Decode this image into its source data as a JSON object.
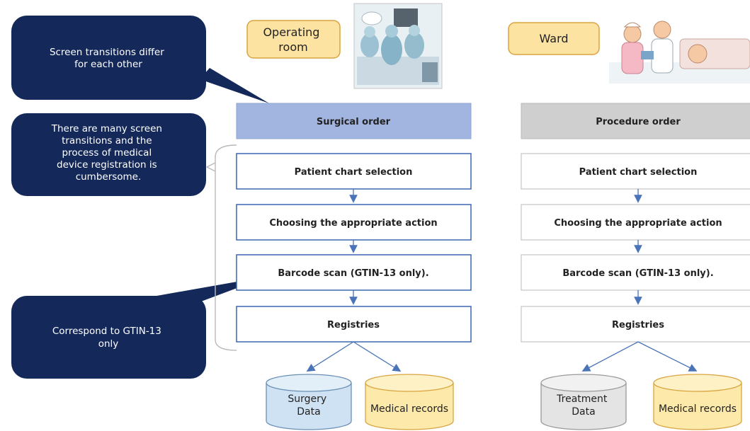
{
  "callouts": [
    {
      "lines": [
        "Screen transitions differ",
        "for each other"
      ]
    },
    {
      "lines": [
        "There are many screen",
        "transitions and the",
        "process of medical",
        "device registration is",
        "cumbersome."
      ]
    },
    {
      "lines": [
        "Correspond to GTIN-13",
        "only"
      ]
    }
  ],
  "left_flow": {
    "location": [
      "Operating",
      "room"
    ],
    "header": "Surgical order",
    "steps": [
      "Patient chart selection",
      "Choosing the appropriate action",
      "Barcode scan (GTIN-13 only).",
      "Registries"
    ],
    "databases": [
      {
        "lines": [
          "Surgery",
          "Data"
        ],
        "color": "#cfe2f3"
      },
      {
        "lines": [
          "Medical records"
        ],
        "color": "#fde9a9"
      }
    ]
  },
  "right_flow": {
    "location": [
      "Ward"
    ],
    "header": "Procedure order",
    "steps": [
      "Patient chart selection",
      "Choosing the appropriate action",
      "Barcode scan (GTIN-13 only).",
      "Registries"
    ],
    "databases": [
      {
        "lines": [
          "Treatment",
          "Data"
        ],
        "color": "#e4e4e4"
      },
      {
        "lines": [
          "Medical records"
        ],
        "color": "#fde9a9"
      }
    ]
  },
  "colors": {
    "callout": "#14295a",
    "step_border": "#3a67b1",
    "header_left": "#a2b5e0",
    "header_right": "#cfcfcf",
    "location_fill": "#fde3a1",
    "location_border": "#d9a440",
    "arrow": "#4a74b8"
  }
}
